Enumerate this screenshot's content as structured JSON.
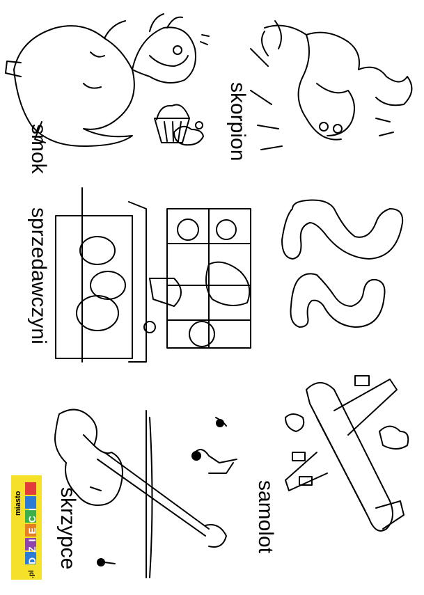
{
  "letters": {
    "upper": "S",
    "lower": "s"
  },
  "words": {
    "smok": "smok",
    "skorpion": "skorpion",
    "sprzedawczyni": "sprzedawczyni",
    "samolot": "samolot",
    "skrzypce": "skrzypce"
  },
  "logo": {
    "top": "miasto",
    "brand": "DZIECI",
    "suffix": ".pl",
    "colors": {
      "bg": "#f5e12a",
      "d": "#e23b3b",
      "z": "#2b7bd6",
      "i": "#3cae4a",
      "e": "#e67e22",
      "c": "#8e44ad",
      "i2": "#2b7bd6"
    }
  },
  "illustrations": [
    "dragon",
    "cupcake",
    "scorpion",
    "shop-counter",
    "seller",
    "airplane",
    "violin",
    "music-notes"
  ]
}
